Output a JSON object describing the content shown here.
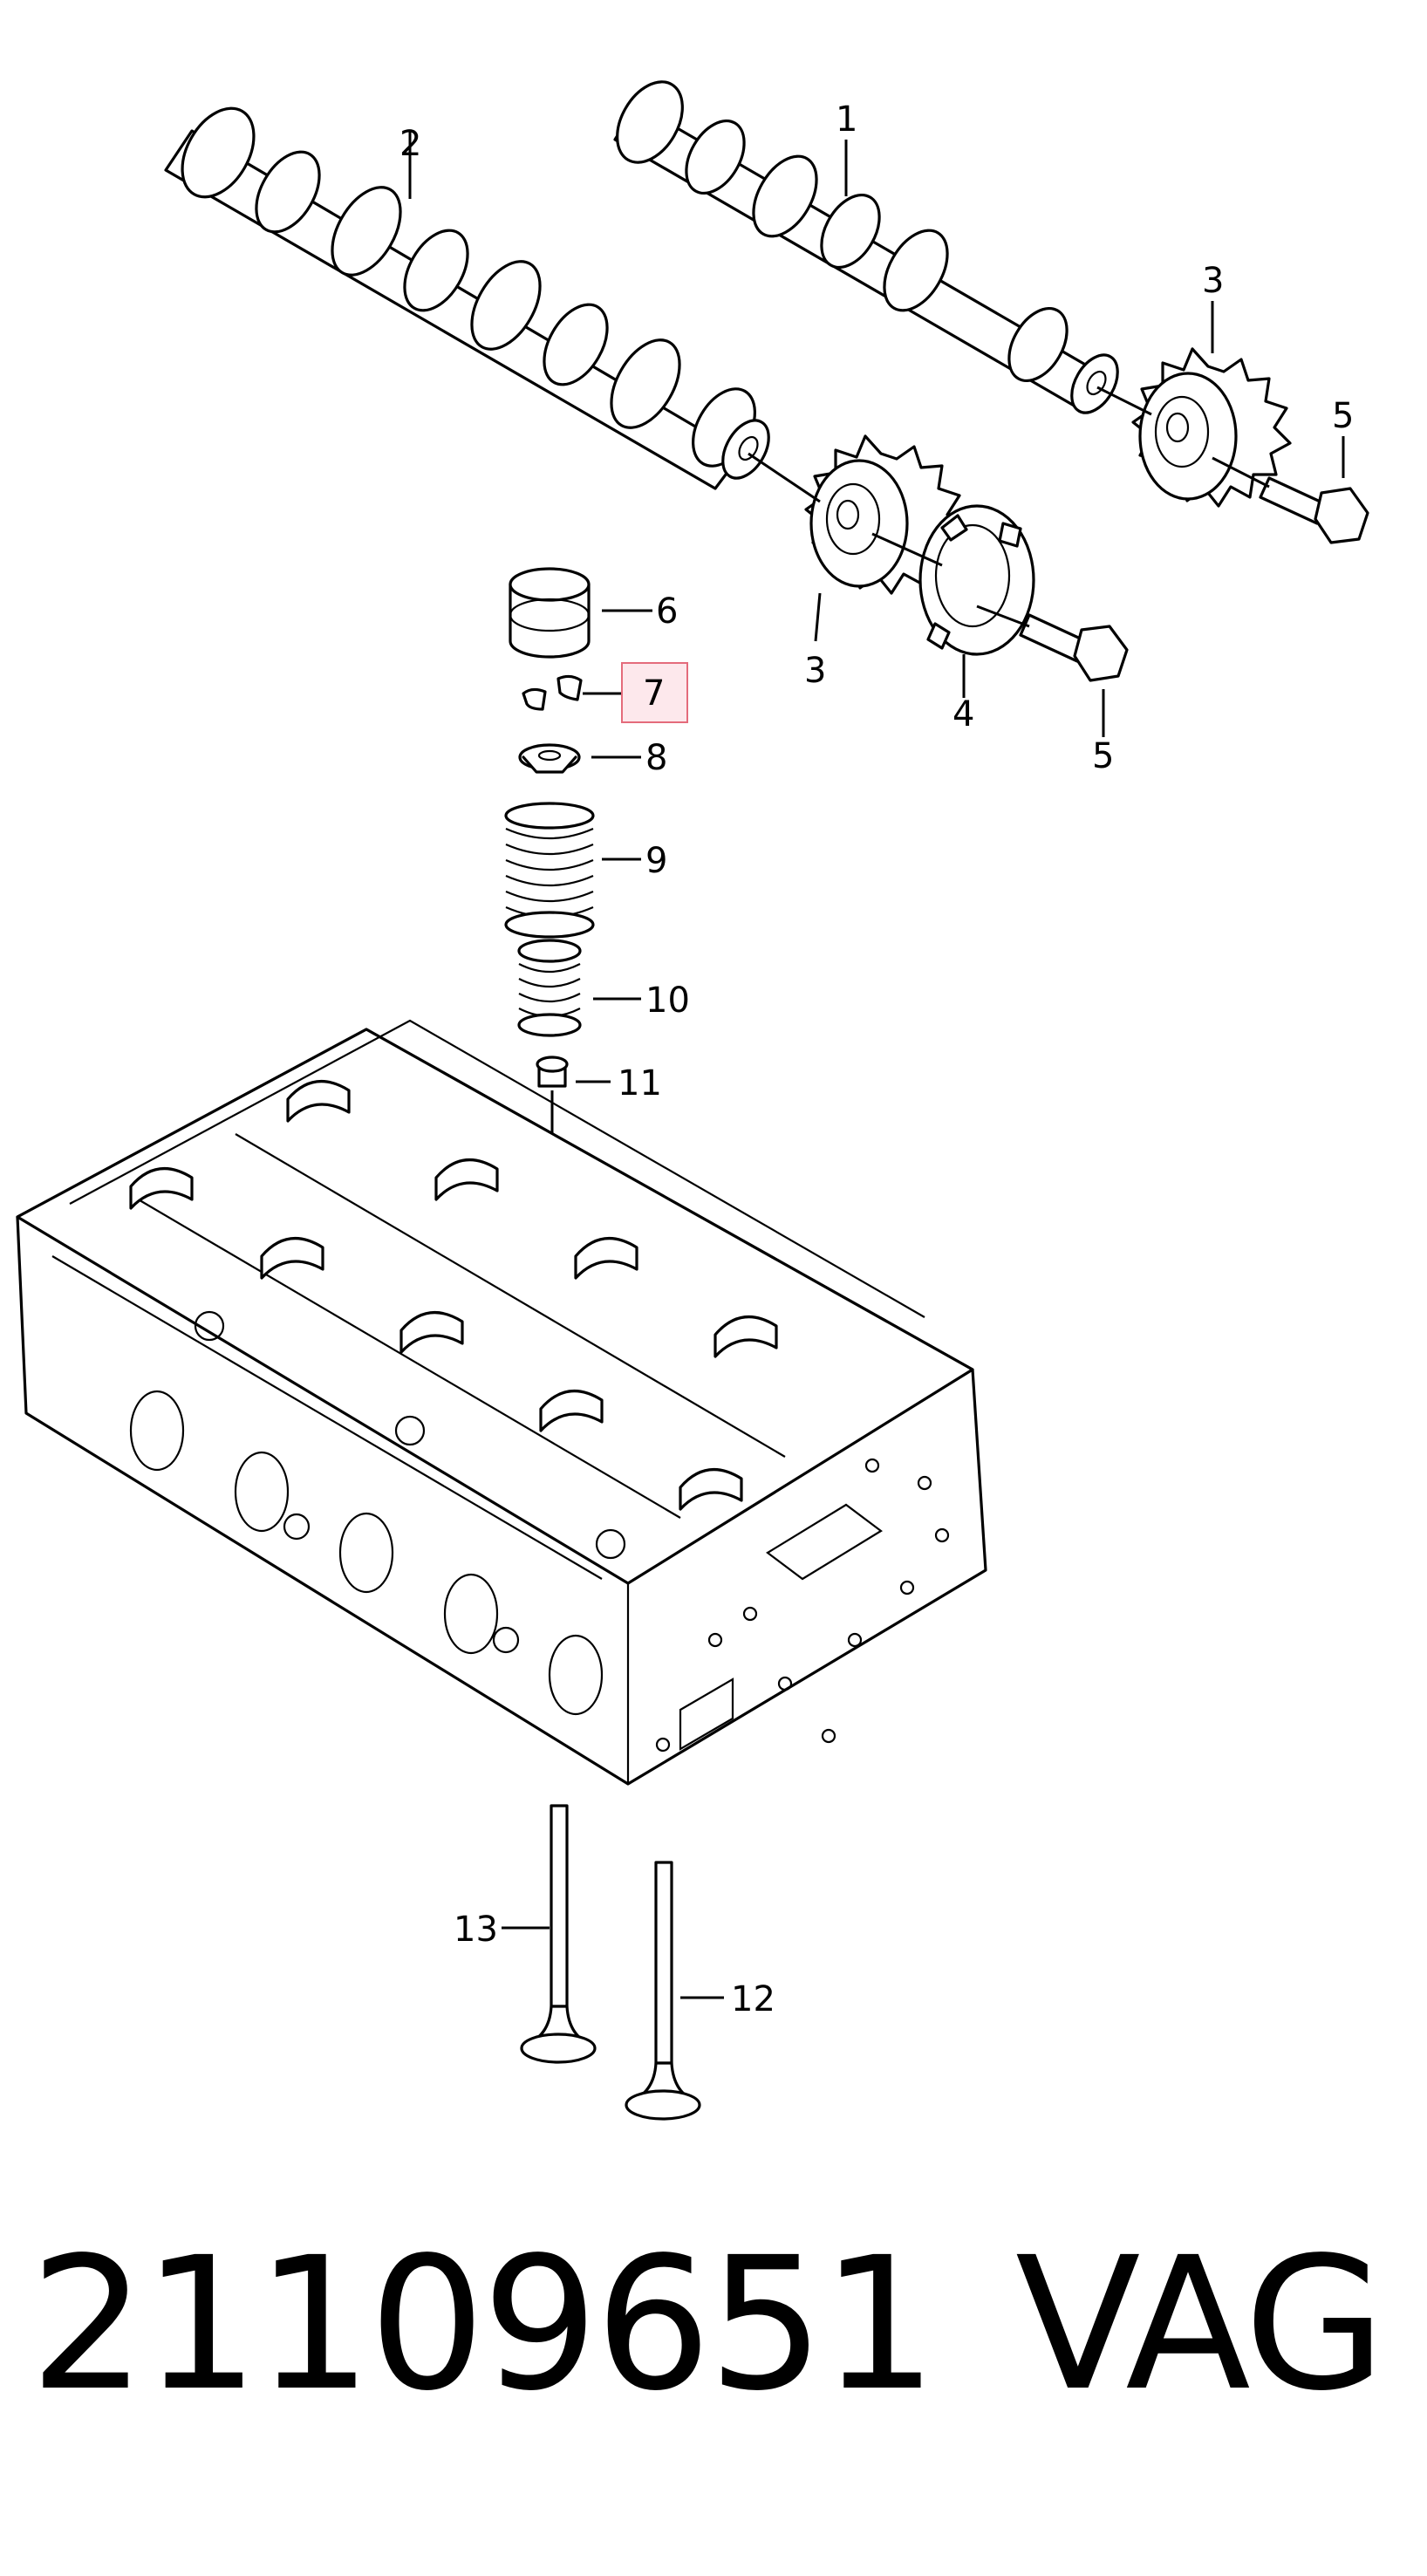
{
  "callouts": [
    {
      "id": "c1",
      "text": "1"
    },
    {
      "id": "c2",
      "text": "2"
    },
    {
      "id": "c3a",
      "text": "3"
    },
    {
      "id": "c3b",
      "text": "3"
    },
    {
      "id": "c4",
      "text": "4"
    },
    {
      "id": "c5a",
      "text": "5"
    },
    {
      "id": "c5b",
      "text": "5"
    },
    {
      "id": "c6",
      "text": "6"
    },
    {
      "id": "c7",
      "text": "7"
    },
    {
      "id": "c8",
      "text": "8"
    },
    {
      "id": "c9",
      "text": "9"
    },
    {
      "id": "c10",
      "text": "10"
    },
    {
      "id": "c11",
      "text": "11"
    },
    {
      "id": "c12",
      "text": "12"
    },
    {
      "id": "c13",
      "text": "13"
    }
  ],
  "highlight": {
    "callout": "7",
    "fill": "#fde8ec",
    "stroke": "#e46b7b"
  },
  "footer": {
    "part_number": "21109651",
    "brand": "VAG"
  }
}
